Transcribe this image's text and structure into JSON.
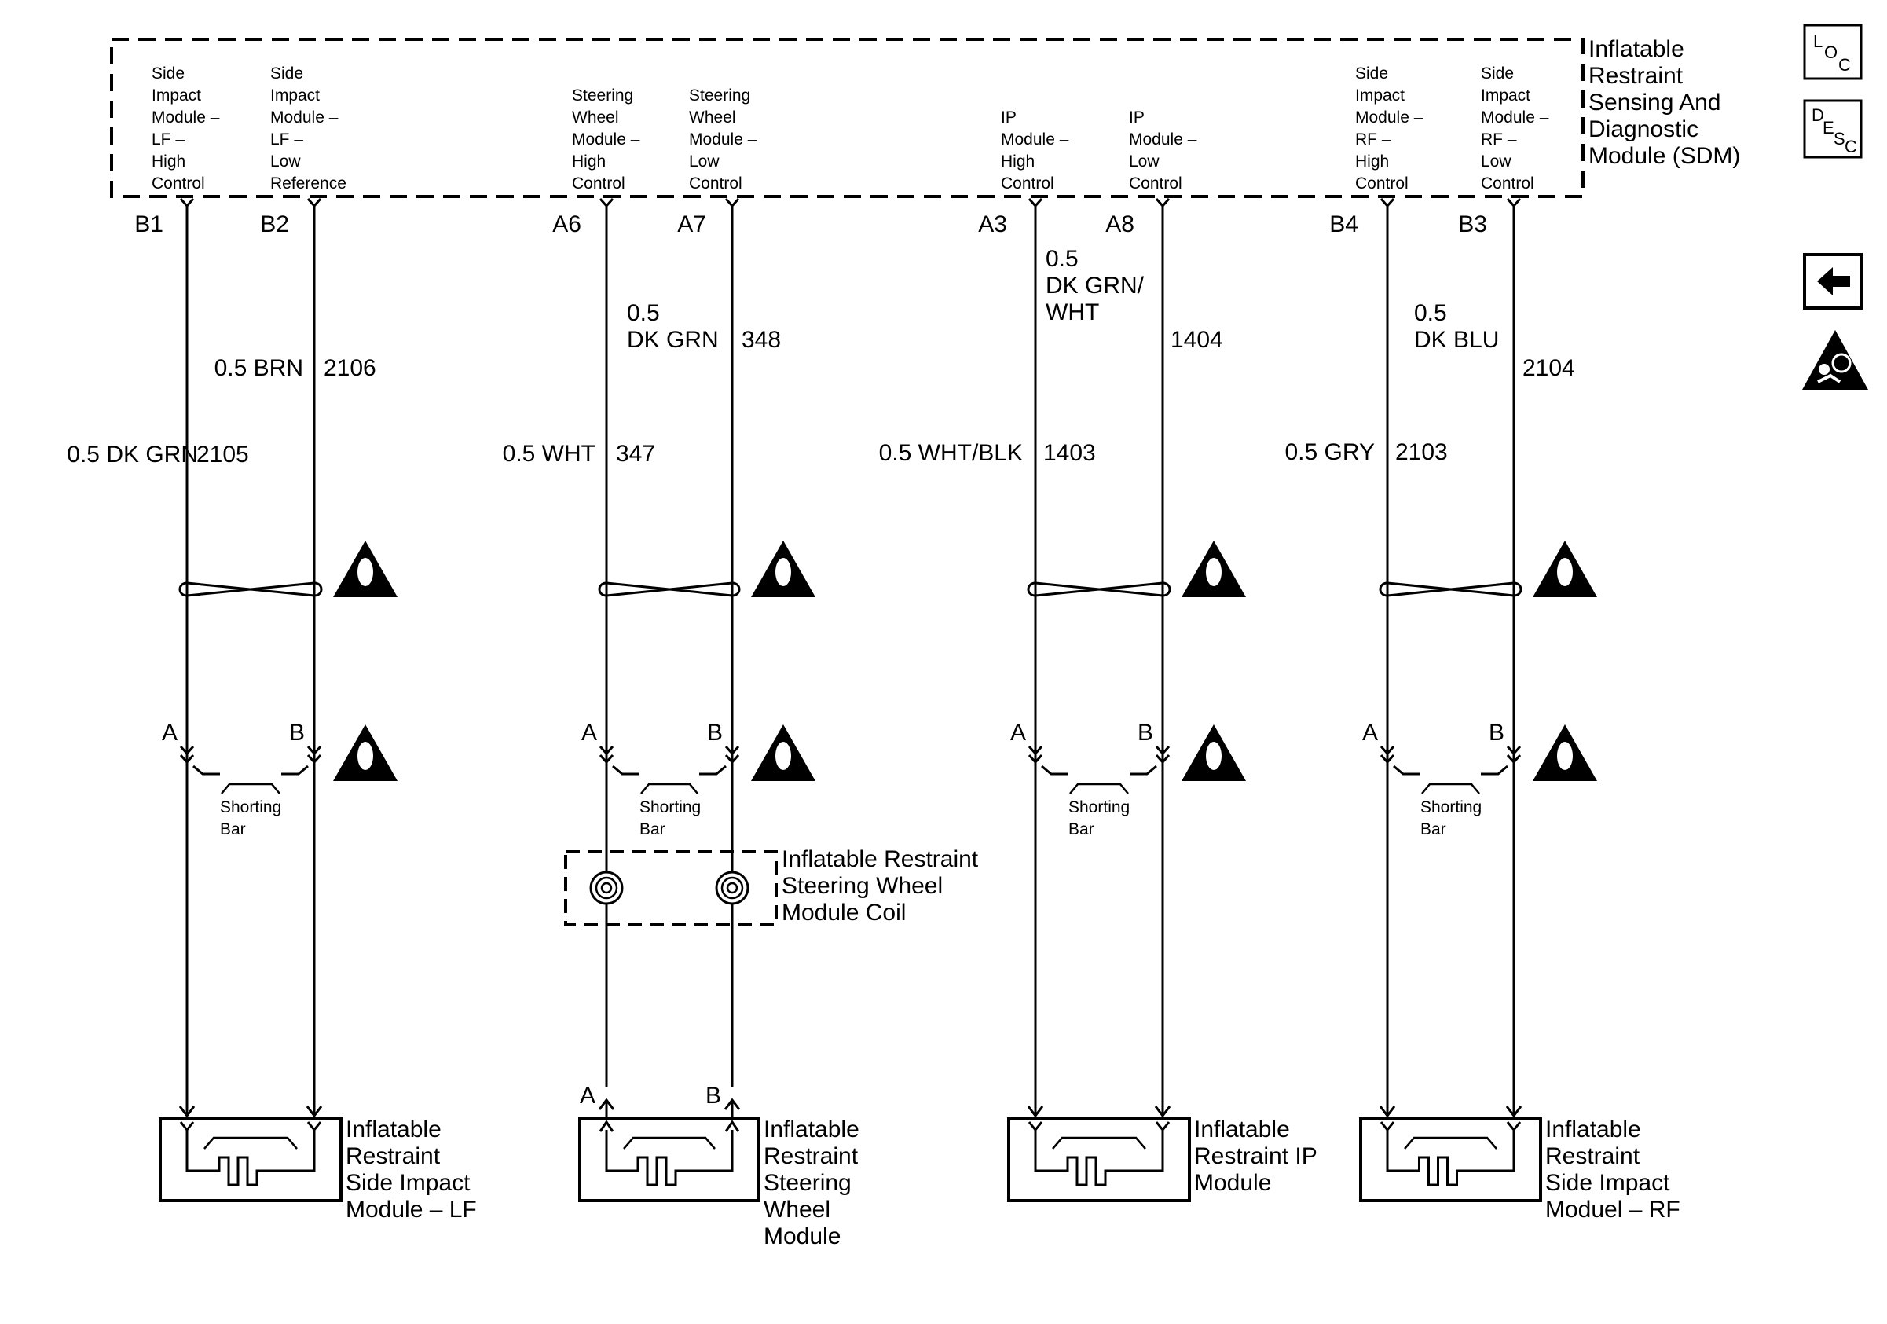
{
  "sdm": {
    "title_lines": [
      "Inflatable",
      "Restraint",
      "Sensing And",
      "Diagnostic",
      "Module (SDM)"
    ],
    "pins": [
      {
        "pin": "B1",
        "label_lines": [
          "Side",
          "Impact",
          "Module –",
          "LF –",
          "High",
          "Control"
        ]
      },
      {
        "pin": "B2",
        "label_lines": [
          "Side",
          "Impact",
          "Module –",
          "LF –",
          "Low",
          "Reference"
        ]
      },
      {
        "pin": "A6",
        "label_lines": [
          "Steering",
          "Wheel",
          "Module –",
          "High",
          "Control"
        ]
      },
      {
        "pin": "A7",
        "label_lines": [
          "Steering",
          "Wheel",
          "Module –",
          "Low",
          "Control"
        ]
      },
      {
        "pin": "A3",
        "label_lines": [
          "IP",
          "Module –",
          "High",
          "Control"
        ]
      },
      {
        "pin": "A8",
        "label_lines": [
          "IP",
          "Module –",
          "Low",
          "Control"
        ]
      },
      {
        "pin": "B4",
        "label_lines": [
          "Side",
          "Impact",
          "Module –",
          "RF –",
          "High",
          "Control"
        ]
      },
      {
        "pin": "B3",
        "label_lines": [
          "Side",
          "Impact",
          "Module –",
          "RF –",
          "Low",
          "Control"
        ]
      }
    ]
  },
  "wires": [
    {
      "color_lines": [
        "0.5 DK GRN"
      ],
      "circuit": "2105"
    },
    {
      "color_lines": [
        "0.5 BRN"
      ],
      "circuit": "2106"
    },
    {
      "color_lines": [
        "0.5 WHT"
      ],
      "circuit": "347"
    },
    {
      "color_lines": [
        "0.5",
        "DK GRN"
      ],
      "circuit": "348"
    },
    {
      "color_lines": [
        "0.5 WHT/BLK"
      ],
      "circuit": "1403"
    },
    {
      "color_lines": [
        "0.5",
        "DK GRN/",
        "WHT"
      ],
      "circuit": "1404"
    },
    {
      "color_lines": [
        "0.5 GRY"
      ],
      "circuit": "2103"
    },
    {
      "color_lines": [
        "0.5",
        "DK BLU"
      ],
      "circuit": "2104"
    }
  ],
  "connector_pins": {
    "a": "A",
    "b": "B"
  },
  "shorting_bar": [
    "Shorting",
    "Bar"
  ],
  "coil_label_lines": [
    "Inflatable Restraint",
    "Steering Wheel",
    "Module Coil"
  ],
  "modules": [
    {
      "label_lines": [
        "Inflatable",
        "Restraint",
        "Side Impact",
        "Module – LF"
      ]
    },
    {
      "label_lines": [
        "Inflatable",
        "Restraint",
        "Steering",
        "Wheel",
        "Module"
      ]
    },
    {
      "label_lines": [
        "Inflatable",
        "Restraint IP",
        "Module"
      ]
    },
    {
      "label_lines": [
        "Inflatable",
        "Restraint",
        "Side Impact",
        "Moduel – RF"
      ]
    }
  ],
  "side_icons": {
    "loc": {
      "main": "L",
      "sub1": "O",
      "sub2": "C",
      "icon": "location-icon"
    },
    "desc": {
      "main": "D",
      "sub1": "E",
      "sub2": "S",
      "sub3": "C",
      "icon": "description-icon"
    },
    "back": {
      "icon": "back-arrow-icon"
    },
    "airbag": {
      "icon": "airbag-warning-icon"
    }
  }
}
